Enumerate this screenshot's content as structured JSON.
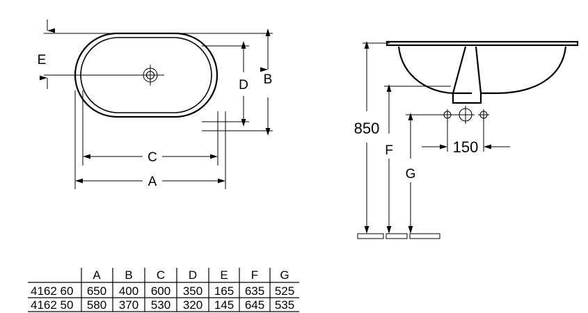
{
  "document": {
    "type": "technical-drawing",
    "subject": "undercounter oval washbasin dimension drawing"
  },
  "views": {
    "plan": {
      "name": "plan-view",
      "dimension_labels": [
        "E",
        "B",
        "D",
        "C",
        "A"
      ],
      "features": [
        "drain-hole",
        "outer-rim-outline",
        "inner-bowl-outline"
      ]
    },
    "elevation": {
      "name": "elevation-view",
      "dimension_labels": [
        "850",
        "F",
        "G",
        "150"
      ],
      "features": [
        "counter-top-line",
        "bowl-profile",
        "drain-stem",
        "tap-hole-center",
        "tap-hole-left",
        "tap-hole-right",
        "floor-line"
      ]
    }
  },
  "labels": {
    "E": "E",
    "B": "B",
    "D": "D",
    "C": "C",
    "A": "A",
    "F": "F",
    "G": "G",
    "height_850": "850",
    "spacing_150": "150"
  },
  "table": {
    "name": "dimension-table",
    "corner_header": "",
    "columns": [
      "A",
      "B",
      "C",
      "D",
      "E",
      "F",
      "G"
    ],
    "rows": [
      {
        "model": "4162 60",
        "values": [
          "650",
          "400",
          "600",
          "350",
          "165",
          "635",
          "525"
        ]
      },
      {
        "model": "4162 50",
        "values": [
          "580",
          "370",
          "530",
          "320",
          "145",
          "645",
          "535"
        ]
      }
    ]
  },
  "colors": {
    "line": "#000000",
    "background": "#ffffff"
  }
}
